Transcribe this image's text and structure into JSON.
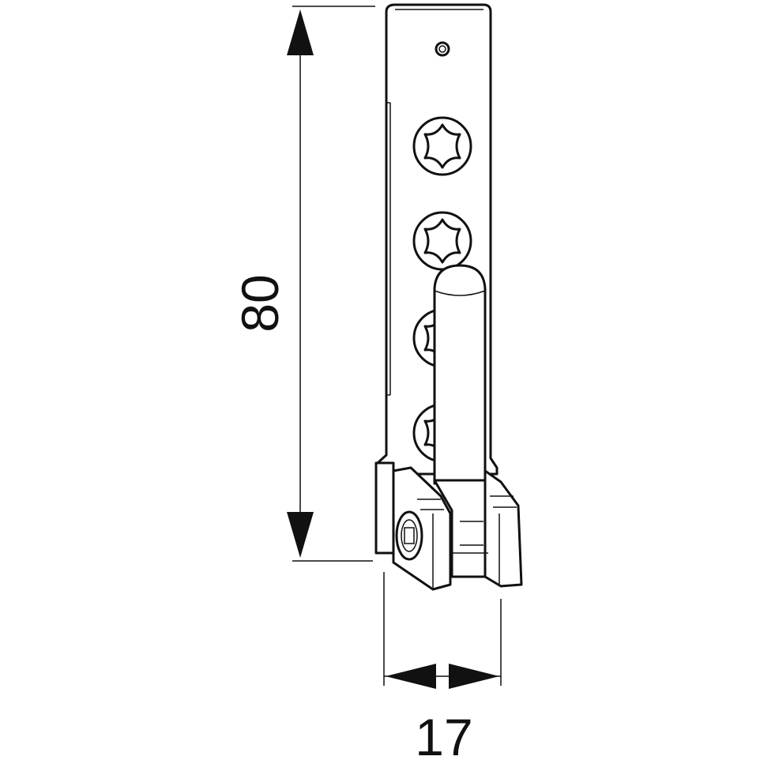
{
  "drawing": {
    "subject": "hinge-bracket",
    "dimensions": {
      "height_value": "80",
      "width_value": "17"
    },
    "line_color": "#111111",
    "background": "#ffffff"
  }
}
